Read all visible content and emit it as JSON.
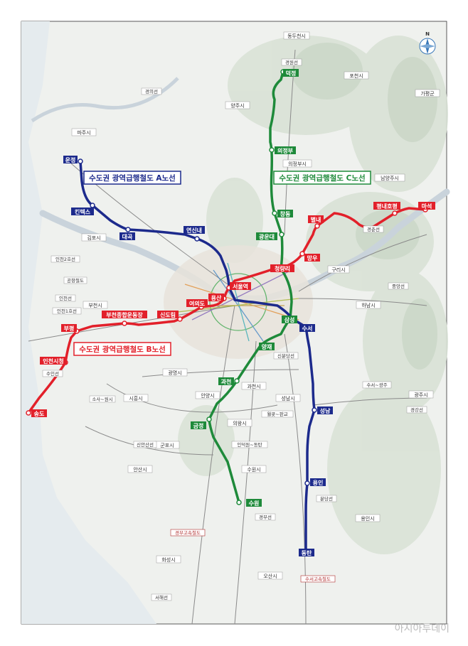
{
  "lines": {
    "a": {
      "title": "수도권 광역급행철도 A노선",
      "color": "#1c2a8c",
      "stations": [
        "운정",
        "킨텍스",
        "대곡",
        "연신내",
        "서울역",
        "삼성",
        "수서",
        "성남",
        "용인",
        "동탄"
      ]
    },
    "b": {
      "title": "수도권 광역급행철도 B노선",
      "color": "#e2202a",
      "stations": [
        "송도",
        "인천시청",
        "부평",
        "부천종합운동장",
        "신도림",
        "여의도",
        "용산",
        "서울역",
        "청량리",
        "망우",
        "별내",
        "평내호평",
        "마석"
      ]
    },
    "c": {
      "title": "수도권 광역급행철도 C노선",
      "color": "#1e8a3a",
      "stations": [
        "덕정",
        "의정부",
        "창동",
        "광운대",
        "청량리",
        "삼성",
        "양재",
        "과천",
        "금정",
        "수원"
      ]
    }
  },
  "regions": [
    "동두천시",
    "양주시",
    "포천시",
    "가평군",
    "파주시",
    "의정부시",
    "남양주시",
    "김포시",
    "구리시",
    "하남시",
    "부천시",
    "광명시",
    "시흥시",
    "과천시",
    "성남시",
    "광주시",
    "안양시",
    "의왕시",
    "군포시",
    "안산시",
    "수원시",
    "용인시",
    "화성시",
    "오산시"
  ],
  "rail_labels": [
    "경원선",
    "경의선",
    "경춘선",
    "중앙선",
    "인천2호선",
    "공항철도",
    "인천선",
    "인천1호선",
    "수인선",
    "신분당선",
    "수서~광주",
    "경강선",
    "소사~원시",
    "신안산선",
    "월곶~판교",
    "인덕원~동탄",
    "분당선",
    "경부선",
    "서해선",
    "경부고속철도",
    "수서고속철도"
  ],
  "compass_label": "N",
  "watermark": "아시아투데이"
}
